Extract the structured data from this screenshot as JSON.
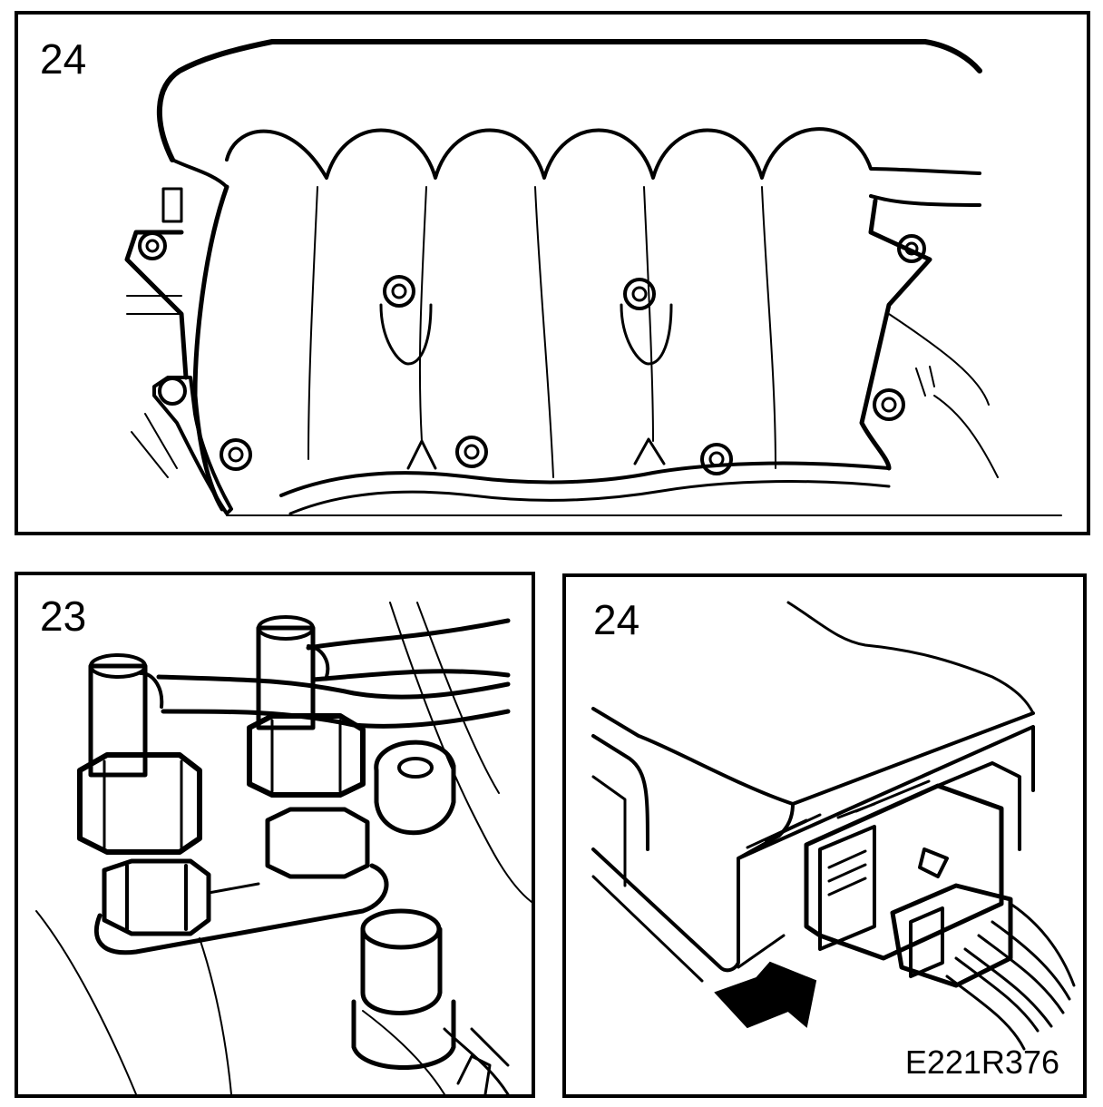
{
  "panels": [
    {
      "step": "24"
    },
    {
      "step": "23"
    },
    {
      "step": "24",
      "ref_code": "E221R376"
    }
  ],
  "colors": {
    "ink": "#000000",
    "paper": "#ffffff"
  }
}
